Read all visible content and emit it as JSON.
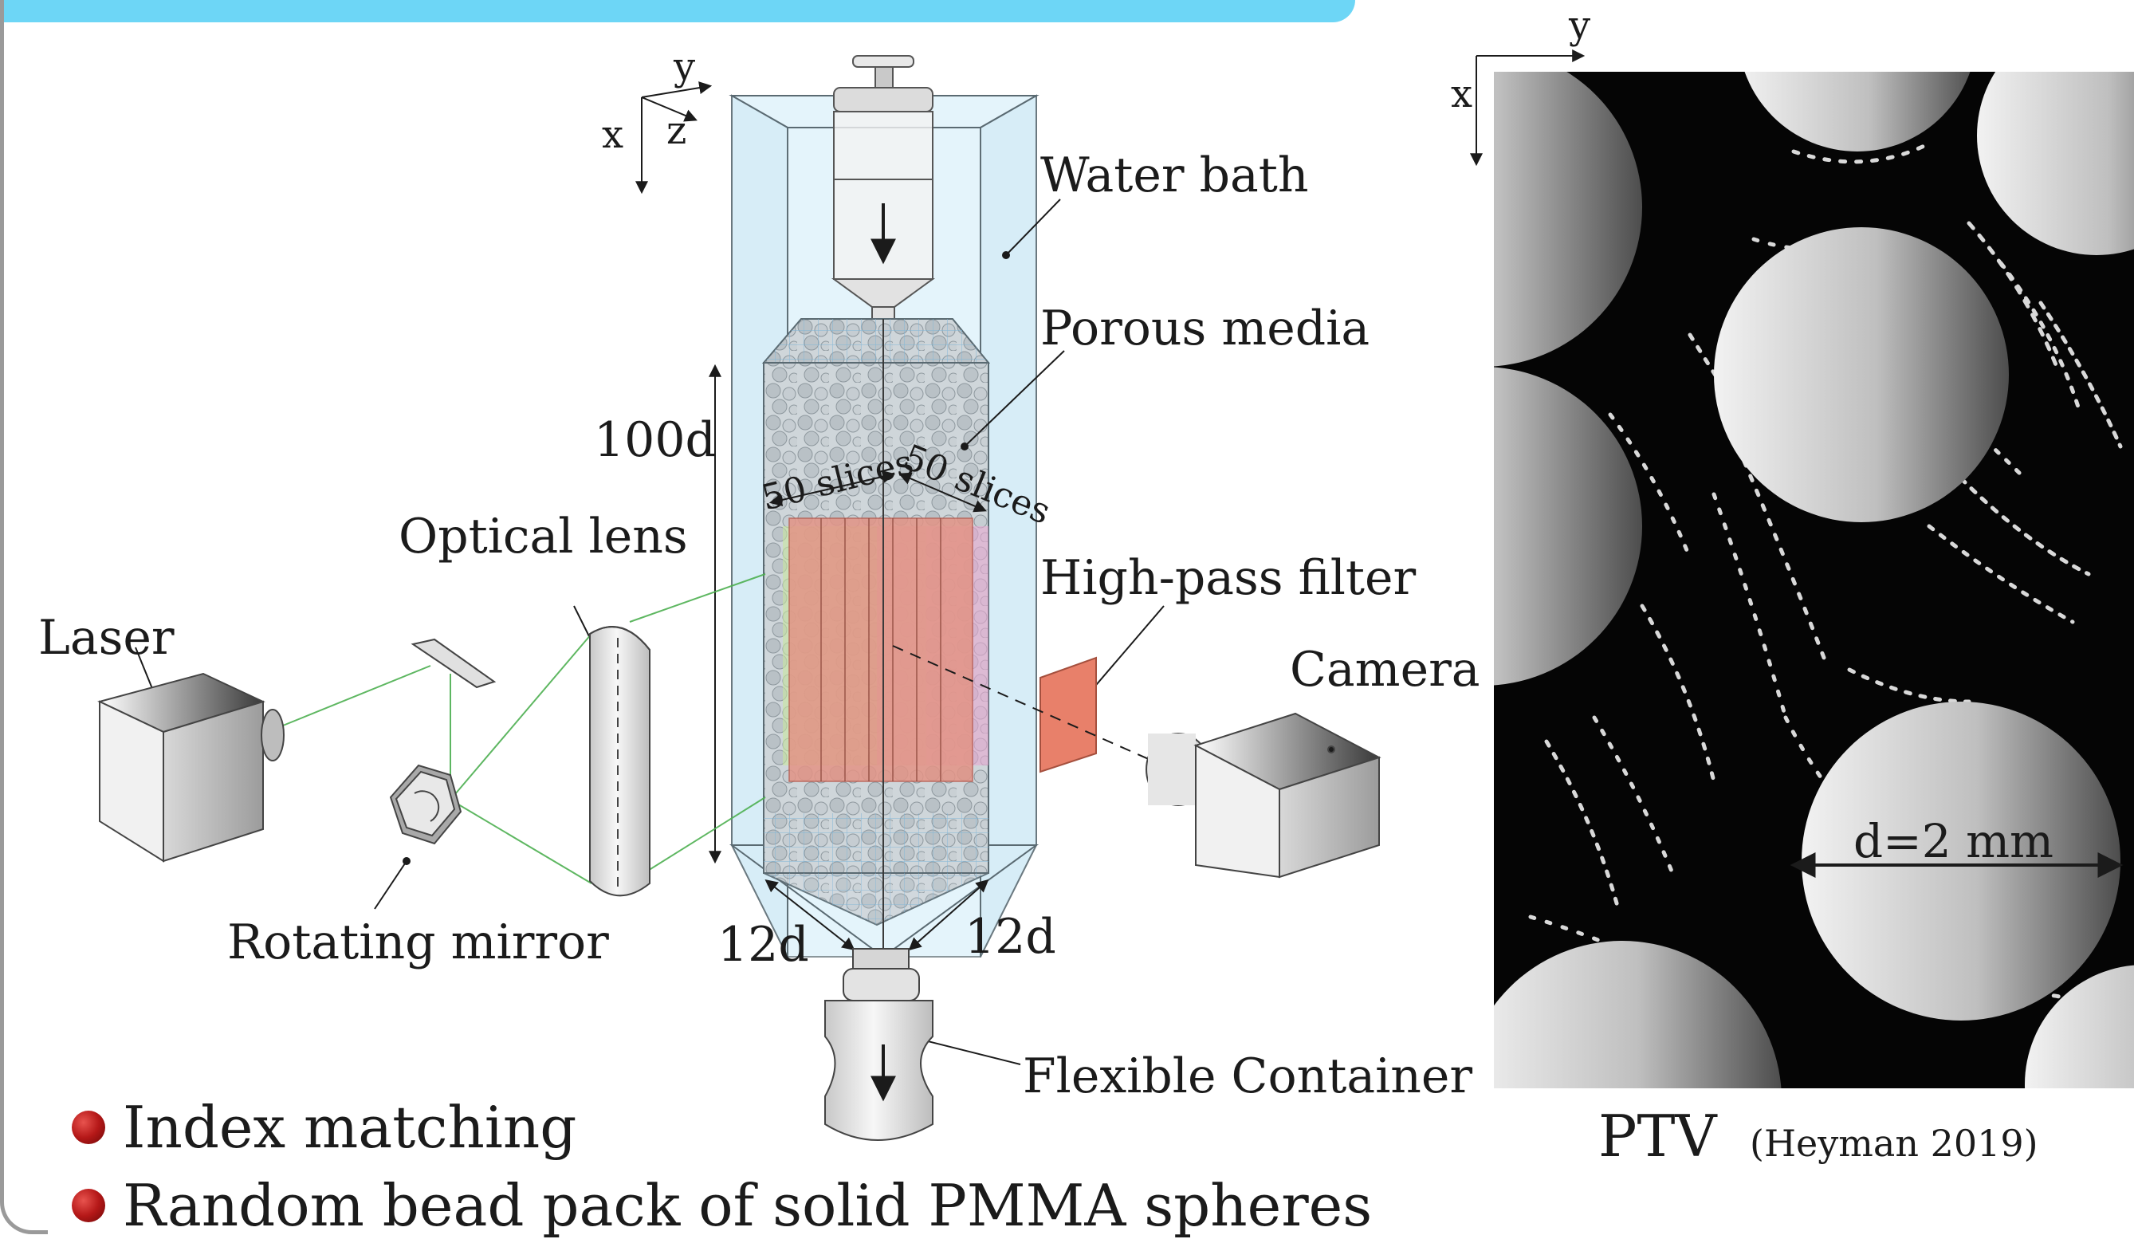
{
  "labels": {
    "axis_y": "y",
    "axis_x": "x",
    "axis_z": "z",
    "water_bath": "Water bath",
    "porous_media": "Porous media",
    "height": "100d",
    "slices_left": "50 slices",
    "slices_right": "50 slices",
    "optical_lens": "Optical lens",
    "high_pass_filter": "High-pass filter",
    "laser": "Laser",
    "camera": "Camera",
    "rotating_mirror": "Rotating mirror",
    "width_left": "12d",
    "width_right": "12d",
    "flexible_container": "Flexible Container"
  },
  "ptv": {
    "axis_y": "y",
    "axis_x": "x",
    "diameter": "d=2 mm",
    "caption_main": "PTV",
    "caption_ref": "(Heyman 2019)"
  },
  "bullets": [
    "Index matching",
    "Random bead pack of solid PMMA spheres"
  ],
  "colors": {
    "banner": "#6dd6f6",
    "bath": "#d6eef8",
    "laser_beam": "#4caf50",
    "filter": "#e8806a",
    "bullet": "#c01818"
  }
}
